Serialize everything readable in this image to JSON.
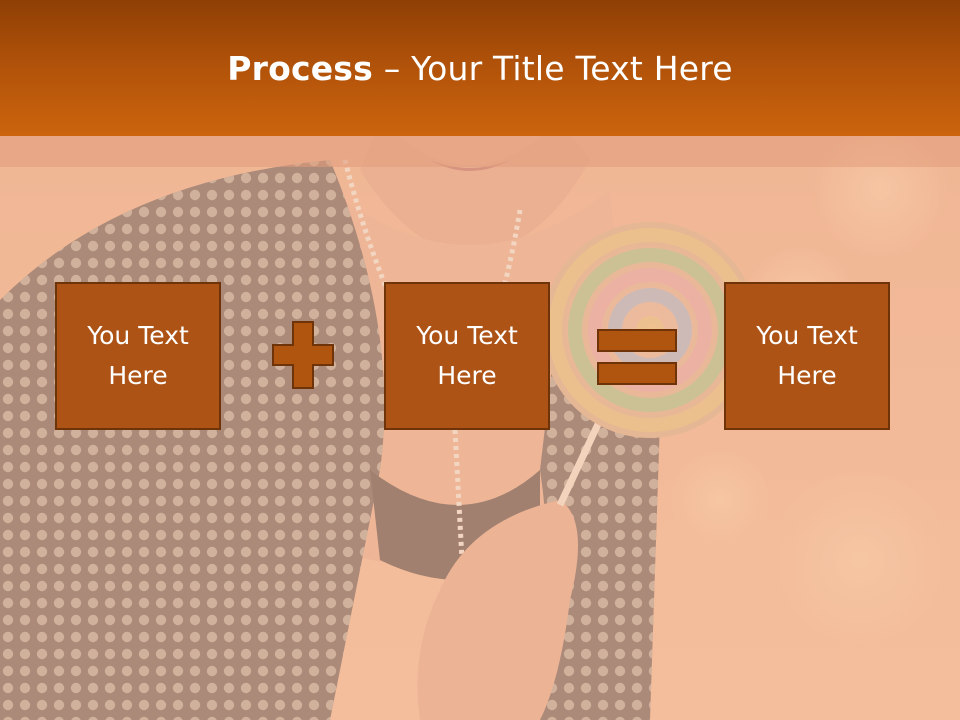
{
  "slide": {
    "title": {
      "strong": "Process",
      "separator": "–",
      "rest": "Your Title Text Here"
    },
    "boxes": [
      {
        "label": "You Text Here"
      },
      {
        "label": "You Text Here"
      },
      {
        "label": "You Text Here"
      }
    ],
    "operators": [
      "plus-icon",
      "equals-icon"
    ]
  },
  "colors": {
    "header_top": "#8f3f05",
    "header_bottom": "#cc640d",
    "box_fill": "#ad5316",
    "box_border": "#6e3309",
    "operator_fill": "#b05510",
    "text": "#ffffff"
  }
}
